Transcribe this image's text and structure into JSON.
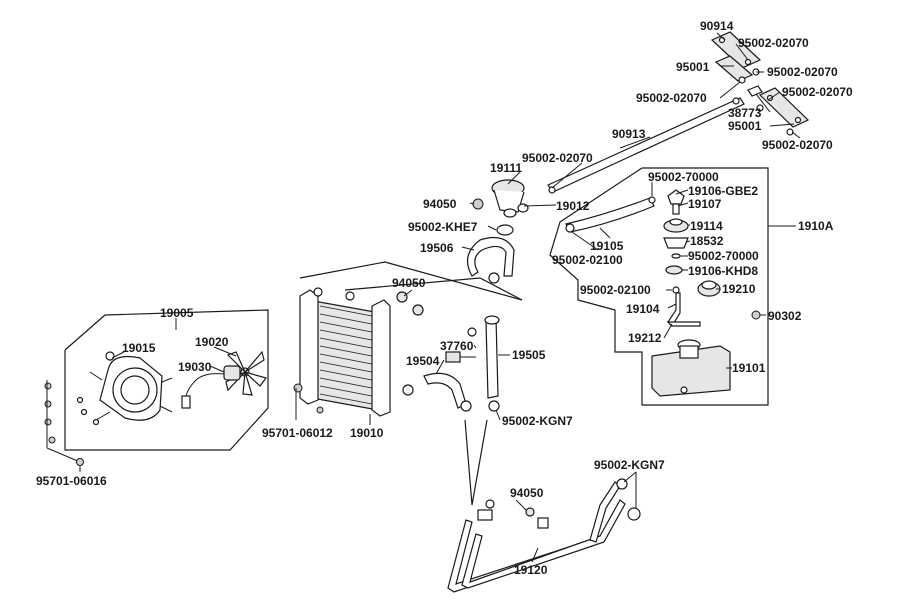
{
  "diagram": {
    "labels": {
      "p90914": "90914",
      "p95002_02070_a": "95002-02070",
      "p95001_a": "95001",
      "p95002_02070_b": "95002-02070",
      "p95002_02070_c": "95002-02070",
      "p95002_02070_d": "95002-02070",
      "p38773": "38773",
      "p95001_b": "95001",
      "p95002_02070_e": "95002-02070",
      "p90913": "90913",
      "p95002_02070_f": "95002-02070",
      "p19111": "19111",
      "p95002_70000_a": "95002-70000",
      "p19106_gbe2": "19106-GBE2",
      "p19107": "19107",
      "p94050_a": "94050",
      "p19012": "19012",
      "p19114": "19114",
      "p1910a": "1910A",
      "p95002_khe7": "95002-KHE7",
      "p19105": "19105",
      "p18532": "18532",
      "p19506": "19506",
      "p95002_02100_a": "95002-02100",
      "p95002_70000_b": "95002-70000",
      "p19106_khd8": "19106-KHD8",
      "p94050_b": "94050",
      "p95002_02100_b": "95002-02100",
      "p19210": "19210",
      "p19005": "19005",
      "p19104": "19104",
      "p90302": "90302",
      "p19015": "19015",
      "p19020": "19020",
      "p37760": "37760",
      "p19212": "19212",
      "p19505": "19505",
      "p19030": "19030",
      "p19504": "19504",
      "p19101": "19101",
      "p95002_kgn7_a": "95002-KGN7",
      "p95701_06012": "95701-06012",
      "p19010": "19010",
      "p95002_kgn7_b": "95002-KGN7",
      "p95701_06016": "95701-06016",
      "p94050_c": "94050",
      "p19120": "19120"
    }
  }
}
